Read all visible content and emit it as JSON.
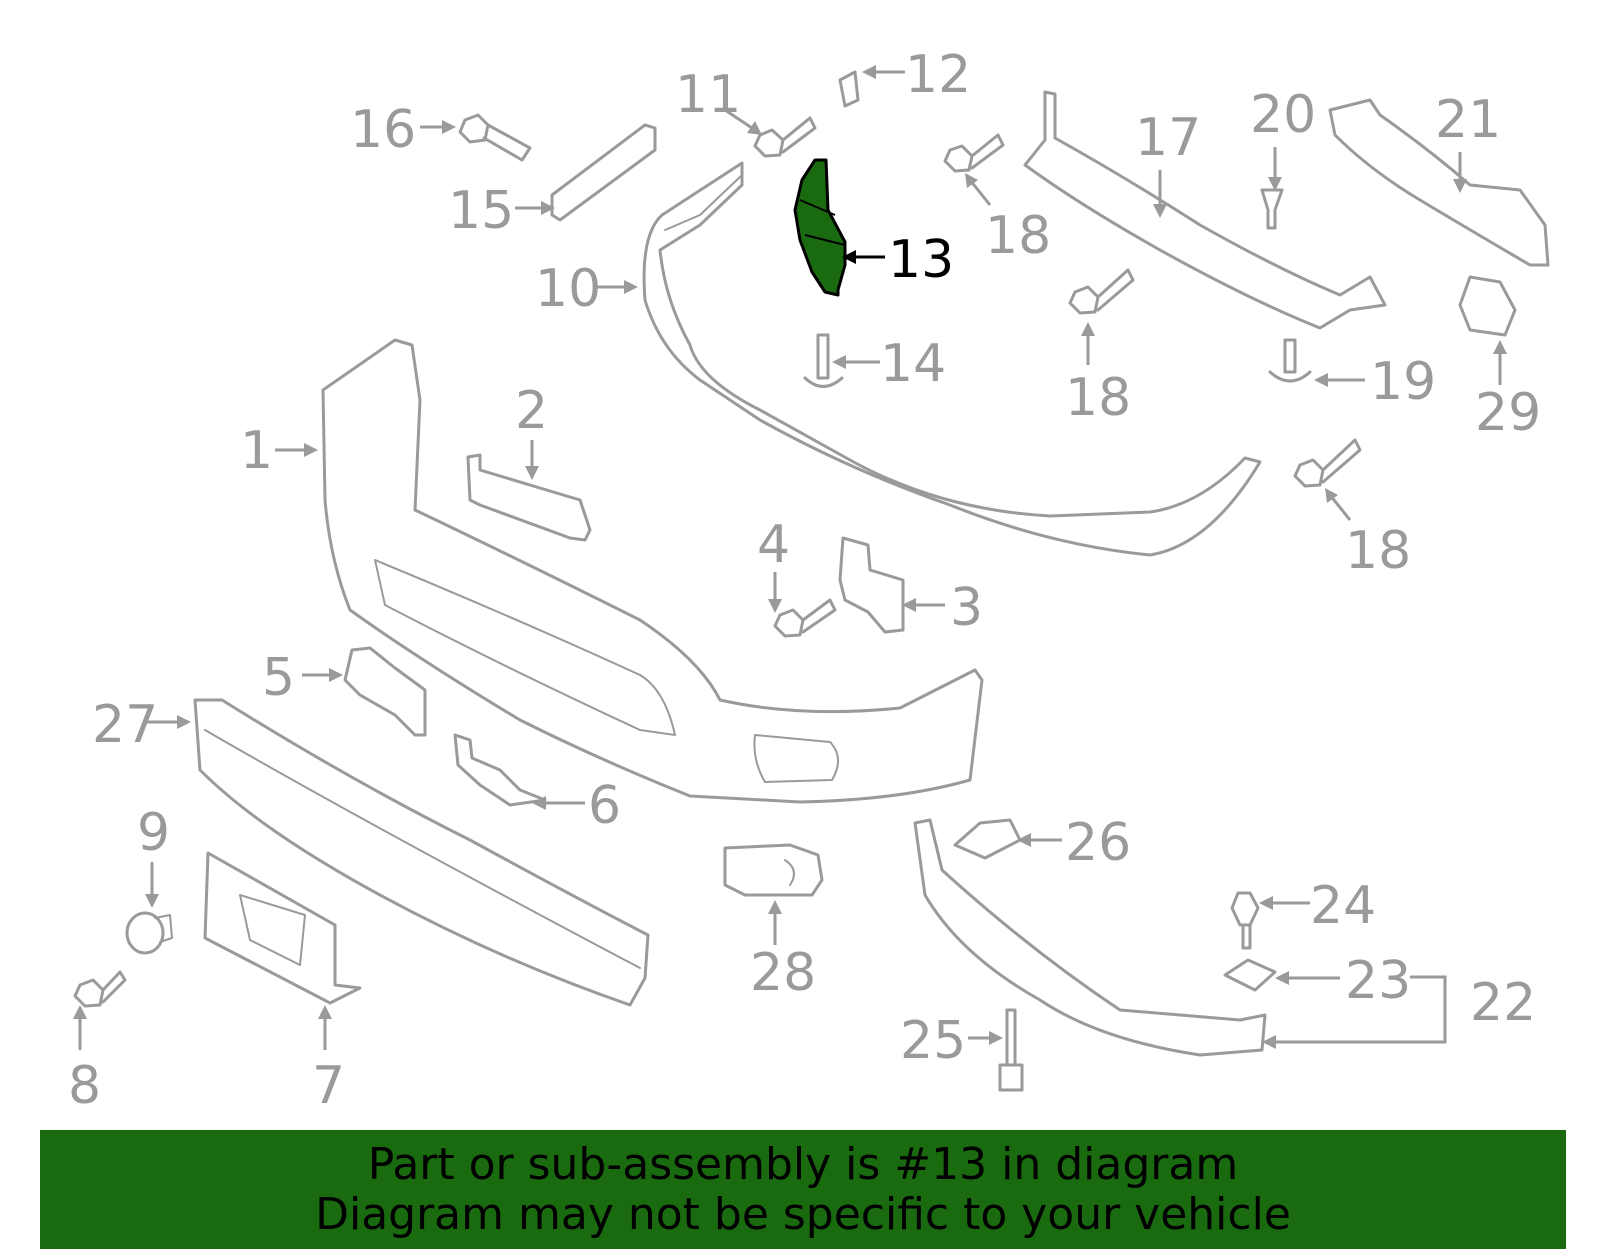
{
  "highlight_color": "#1a6b10",
  "highlighted_part": "13",
  "callouts": {
    "c1": "1",
    "c2": "2",
    "c3": "3",
    "c4": "4",
    "c5": "5",
    "c6": "6",
    "c7": "7",
    "c8": "8",
    "c9": "9",
    "c10": "10",
    "c11": "11",
    "c12": "12",
    "c13": "13",
    "c14": "14",
    "c15": "15",
    "c16": "16",
    "c17": "17",
    "c18a": "18",
    "c18b": "18",
    "c18c": "18",
    "c19": "19",
    "c20": "20",
    "c21": "21",
    "c22": "22",
    "c23": "23",
    "c24": "24",
    "c25": "25",
    "c26": "26",
    "c27": "27",
    "c28": "28",
    "c29": "29"
  },
  "banner": {
    "line1": "Part or sub-assembly is #13 in diagram",
    "line2": "Diagram may not be specific to your vehicle"
  }
}
